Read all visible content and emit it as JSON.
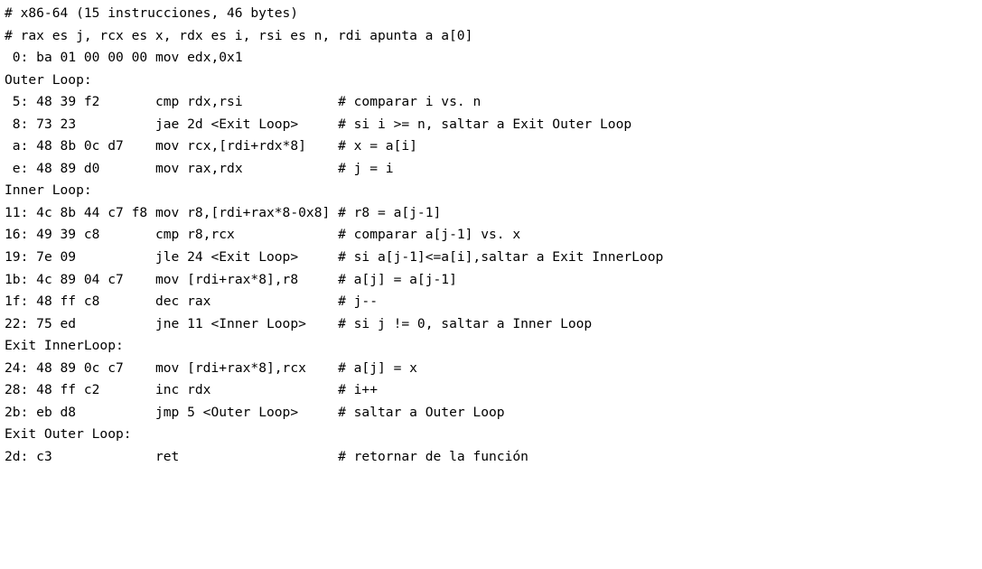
{
  "header": [
    "# x86-64 (15 instrucciones, 46 bytes)",
    "# rax es j, rcx es x, rdx es i, rsi es n, rdi apunta a a[0]"
  ],
  "lines": [
    {
      "kind": "code",
      "addr": "0:",
      "bytes": "ba 01 00 00 00",
      "instr": "mov edx,0x1",
      "comment": ""
    },
    {
      "kind": "label",
      "text": "Outer Loop:"
    },
    {
      "kind": "code",
      "addr": "5:",
      "bytes": "48 39 f2",
      "instr": "cmp rdx,rsi",
      "comment": "# comparar i vs. n"
    },
    {
      "kind": "code",
      "addr": "8:",
      "bytes": "73 23",
      "instr": "jae 2d <Exit Loop>",
      "comment": "# si i >= n, saltar a Exit Outer Loop"
    },
    {
      "kind": "code",
      "addr": "a:",
      "bytes": "48 8b 0c d7",
      "instr": "mov rcx,[rdi+rdx*8]",
      "comment": "# x = a[i]"
    },
    {
      "kind": "code",
      "addr": "e:",
      "bytes": "48 89 d0",
      "instr": "mov rax,rdx",
      "comment": "# j = i"
    },
    {
      "kind": "label",
      "text": "Inner Loop:"
    },
    {
      "kind": "code",
      "addr": "11:",
      "bytes": "4c 8b 44 c7 f8",
      "instr": "mov r8,[rdi+rax*8-0x8]",
      "comment": "# r8 = a[j-1]"
    },
    {
      "kind": "code",
      "addr": "16:",
      "bytes": "49 39 c8",
      "instr": "cmp r8,rcx",
      "comment": "# comparar a[j-1] vs. x"
    },
    {
      "kind": "code",
      "addr": "19:",
      "bytes": "7e 09",
      "instr": "jle 24 <Exit Loop>",
      "comment": "# si a[j-1]<=a[i],saltar a Exit InnerLoop"
    },
    {
      "kind": "code",
      "addr": "1b:",
      "bytes": "4c 89 04 c7",
      "instr": "mov [rdi+rax*8],r8",
      "comment": "# a[j] = a[j-1]"
    },
    {
      "kind": "code",
      "addr": "1f:",
      "bytes": "48 ff c8",
      "instr": "dec rax",
      "comment": "# j--"
    },
    {
      "kind": "code",
      "addr": "22:",
      "bytes": "75 ed",
      "instr": "jne 11 <Inner Loop>",
      "comment": "# si j != 0, saltar a Inner Loop"
    },
    {
      "kind": "label",
      "text": "Exit InnerLoop:"
    },
    {
      "kind": "code",
      "addr": "24:",
      "bytes": "48 89 0c c7",
      "instr": "mov [rdi+rax*8],rcx",
      "comment": "# a[j] = x"
    },
    {
      "kind": "code",
      "addr": "28:",
      "bytes": "48 ff c2",
      "instr": "inc rdx",
      "comment": "# i++"
    },
    {
      "kind": "code",
      "addr": "2b:",
      "bytes": "eb d8",
      "instr": "jmp 5 <Outer Loop>",
      "comment": "# saltar a Outer Loop"
    },
    {
      "kind": "label",
      "text": "Exit Outer Loop:"
    },
    {
      "kind": "code",
      "addr": "2d:",
      "bytes": "c3",
      "instr": "ret",
      "comment": "# retornar de la función"
    }
  ]
}
